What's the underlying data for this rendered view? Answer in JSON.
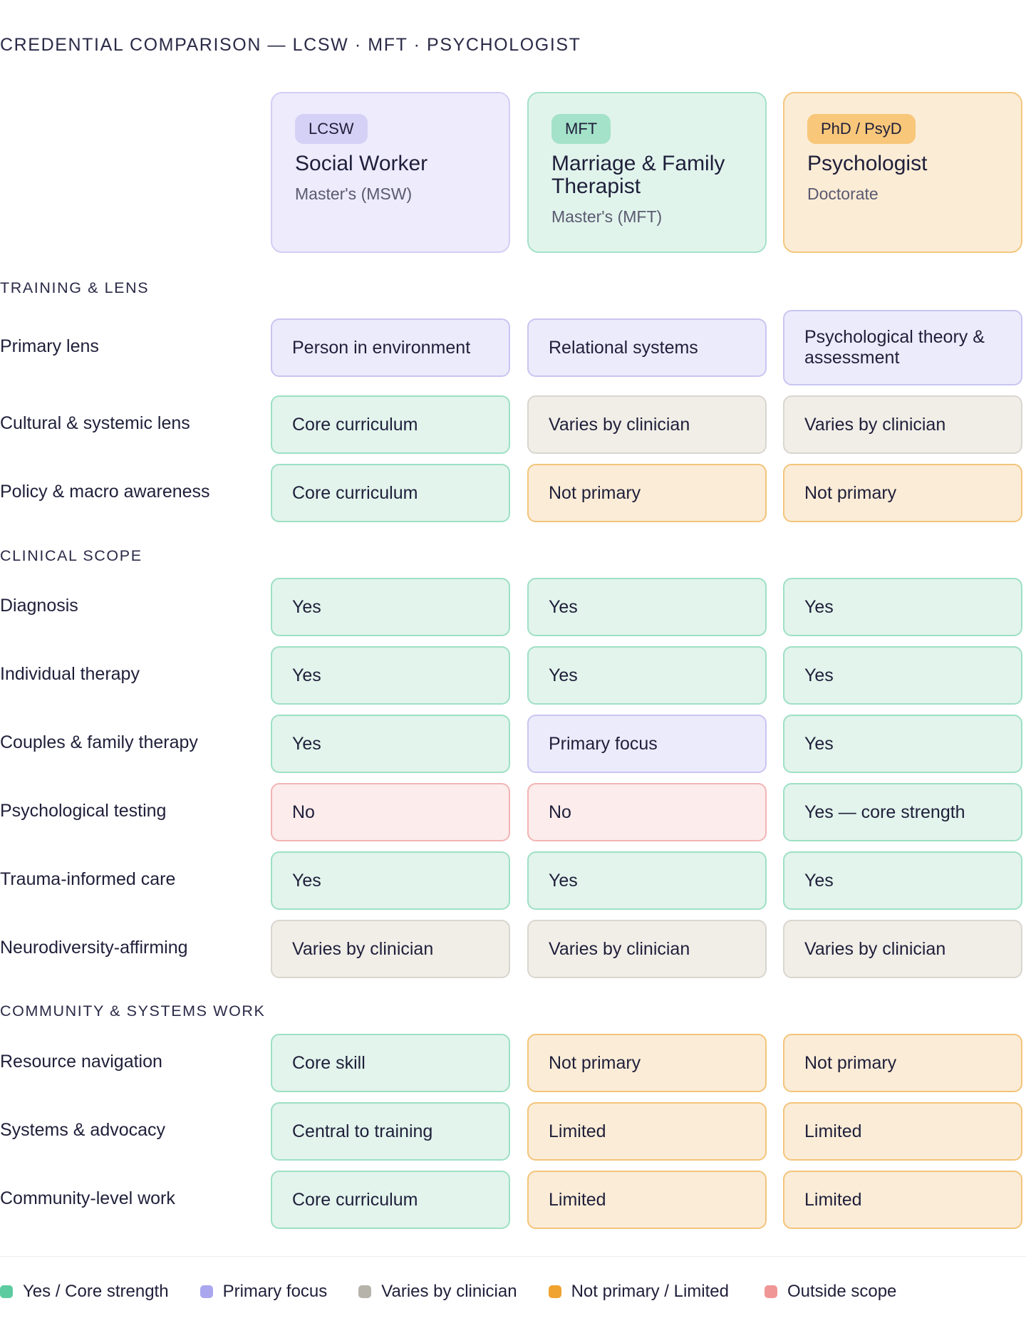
{
  "title": "Credential Comparison — LCSW · MFT · Psychologist",
  "colors": {
    "yes": "#5ccca0",
    "primary": "#aaa6ee",
    "varies": "#b6b3ab",
    "limited": "#f0a330",
    "no": "#f19696",
    "badge_lcsw": "#d5d0f5",
    "badge_mft": "#a4e2c9",
    "badge_psy": "#f8c77a",
    "card_lcsw": "#edebfc",
    "card_mft": "#e1f4ec",
    "card_psy": "#fbecd6"
  },
  "columns": [
    {
      "badge": "LCSW",
      "name": "Social Worker",
      "degree": "Master's (MSW)"
    },
    {
      "badge": "MFT",
      "name": "Marriage & Family Therapist",
      "degree": "Master's (MFT)"
    },
    {
      "badge": "PhD / PsyD",
      "name": "Psychologist",
      "degree": "Doctorate"
    }
  ],
  "sections": [
    {
      "title": "Training & Lens",
      "rows": [
        {
          "label": "Primary lens",
          "cells": [
            {
              "text": "Person in environment",
              "status": "primary"
            },
            {
              "text": "Relational systems",
              "status": "primary"
            },
            {
              "text": "Psychological theory & assessment",
              "status": "primary"
            }
          ]
        },
        {
          "label": "Cultural & systemic lens",
          "cells": [
            {
              "text": "Core curriculum",
              "status": "yes"
            },
            {
              "text": "Varies by clinician",
              "status": "varies"
            },
            {
              "text": "Varies by clinician",
              "status": "varies"
            }
          ]
        },
        {
          "label": "Policy & macro awareness",
          "cells": [
            {
              "text": "Core curriculum",
              "status": "yes"
            },
            {
              "text": "Not primary",
              "status": "limited"
            },
            {
              "text": "Not primary",
              "status": "limited"
            }
          ]
        }
      ]
    },
    {
      "title": "Clinical Scope",
      "rows": [
        {
          "label": "Diagnosis",
          "cells": [
            {
              "text": "Yes",
              "status": "yes"
            },
            {
              "text": "Yes",
              "status": "yes"
            },
            {
              "text": "Yes",
              "status": "yes"
            }
          ]
        },
        {
          "label": "Individual therapy",
          "cells": [
            {
              "text": "Yes",
              "status": "yes"
            },
            {
              "text": "Yes",
              "status": "yes"
            },
            {
              "text": "Yes",
              "status": "yes"
            }
          ]
        },
        {
          "label": "Couples & family therapy",
          "cells": [
            {
              "text": "Yes",
              "status": "yes"
            },
            {
              "text": "Primary focus",
              "status": "primary"
            },
            {
              "text": "Yes",
              "status": "yes"
            }
          ]
        },
        {
          "label": "Psychological testing",
          "cells": [
            {
              "text": "No",
              "status": "no"
            },
            {
              "text": "No",
              "status": "no"
            },
            {
              "text": "Yes — core strength",
              "status": "yes"
            }
          ]
        },
        {
          "label": "Trauma-informed care",
          "cells": [
            {
              "text": "Yes",
              "status": "yes"
            },
            {
              "text": "Yes",
              "status": "yes"
            },
            {
              "text": "Yes",
              "status": "yes"
            }
          ]
        },
        {
          "label": "Neurodiversity-affirming",
          "cells": [
            {
              "text": "Varies by clinician",
              "status": "varies"
            },
            {
              "text": "Varies by clinician",
              "status": "varies"
            },
            {
              "text": "Varies by clinician",
              "status": "varies"
            }
          ]
        }
      ]
    },
    {
      "title": "Community & Systems Work",
      "rows": [
        {
          "label": "Resource navigation",
          "cells": [
            {
              "text": "Core skill",
              "status": "yes"
            },
            {
              "text": "Not primary",
              "status": "limited"
            },
            {
              "text": "Not primary",
              "status": "limited"
            }
          ]
        },
        {
          "label": "Systems & advocacy",
          "cells": [
            {
              "text": "Central to training",
              "status": "yes"
            },
            {
              "text": "Limited",
              "status": "limited"
            },
            {
              "text": "Limited",
              "status": "limited"
            }
          ]
        },
        {
          "label": "Community-level work",
          "cells": [
            {
              "text": "Core curriculum",
              "status": "yes"
            },
            {
              "text": "Limited",
              "status": "limited"
            },
            {
              "text": "Limited",
              "status": "limited"
            }
          ]
        }
      ]
    }
  ],
  "legend": [
    {
      "label": "Yes / Core strength",
      "status": "yes"
    },
    {
      "label": "Primary focus",
      "status": "primary"
    },
    {
      "label": "Varies by clinician",
      "status": "varies"
    },
    {
      "label": "Not primary / Limited",
      "status": "limited"
    },
    {
      "label": "Outside scope",
      "status": "no"
    }
  ]
}
